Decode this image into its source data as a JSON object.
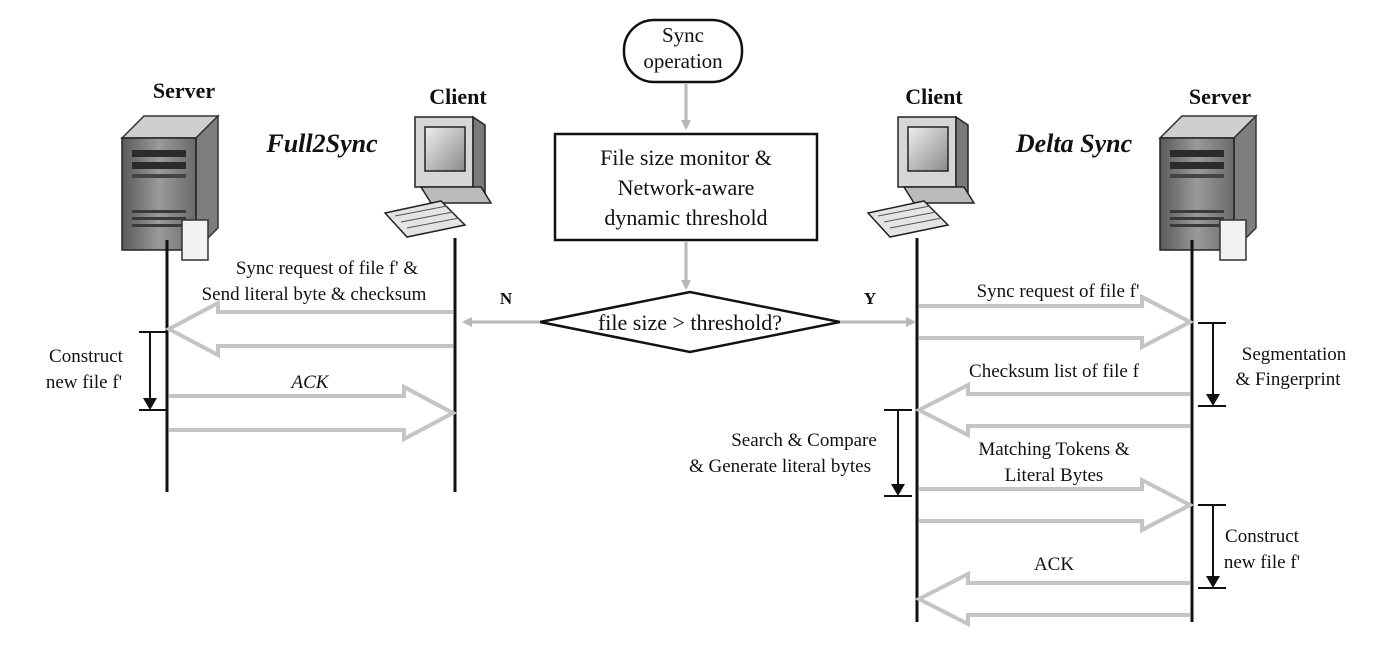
{
  "start": {
    "line1": "Sync",
    "line2": "operation"
  },
  "monitor": {
    "line1": "File size monitor &",
    "line2": "Network-aware",
    "line3": "dynamic threshold"
  },
  "decision": {
    "label": "file size > threshold?",
    "no": "N",
    "yes": "Y"
  },
  "left": {
    "title": "Full2Sync",
    "server_label": "Server",
    "client_label": "Client",
    "msg1_line1": "Sync request of file f' &",
    "msg1_line2": "Send literal byte & checksum",
    "msg2": "ACK",
    "note_line1": "Construct",
    "note_line2": "new file f'"
  },
  "right": {
    "title": "Delta Sync",
    "client_label": "Client",
    "server_label": "Server",
    "msg1": "Sync request of file f'",
    "msg2": "Checksum list of file f",
    "msg3_line1": "Matching Tokens &",
    "msg3_line2": "Literal Bytes",
    "msg4": "ACK",
    "note_seg_line1": "Segmentation",
    "note_seg_line2": "& Fingerprint",
    "note_search_line1": "Search & Compare",
    "note_search_line2": "& Generate literal bytes",
    "note_construct_line1": "Construct",
    "note_construct_line2": "new file f'"
  }
}
